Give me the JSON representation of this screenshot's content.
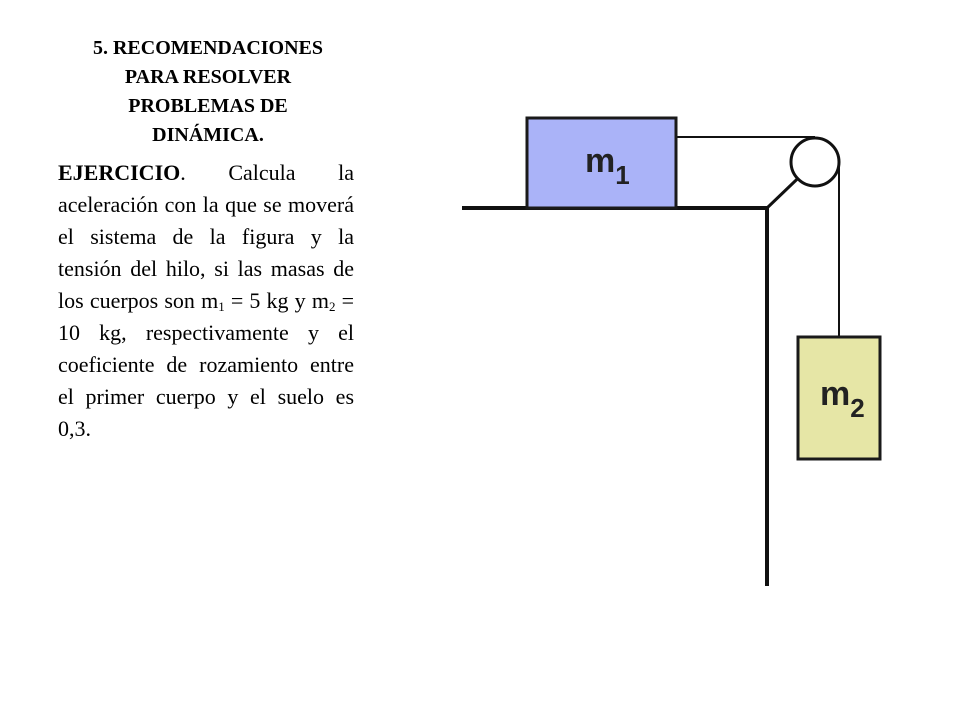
{
  "title_lines": [
    "5. RECOMENDACIONES",
    "PARA RESOLVER",
    "PROBLEMAS DE",
    "DINÁMICA."
  ],
  "exercise": {
    "heading": "EJERCICIO",
    "text_1": ". Calcula la aceleración con la que se moverá el sistema de la figura y la tensión del hilo, si las masas de los cuerpos son m",
    "sub_1": "1",
    "text_2": " = 5 kg y m",
    "sub_2": "2",
    "text_3": " = 10 kg, respectivamente y el coeficiente de rozamiento entre el primer cuerpo y el suelo es 0,3."
  },
  "diagram": {
    "block_1": {
      "label": "m",
      "subscript": "1",
      "fill": "#aab3f8",
      "stroke": "#1a1a1a"
    },
    "block_2": {
      "label": "m",
      "subscript": "2",
      "fill": "#e6e6a6",
      "stroke": "#1a1a1a"
    },
    "line_color": "#111111"
  }
}
